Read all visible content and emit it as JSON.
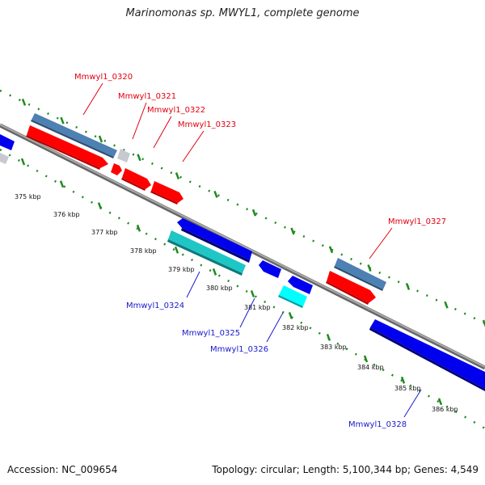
{
  "title": "Marinomonas sp. MWYL1, complete genome",
  "footer": {
    "accession": "Accession: NC_009654",
    "summary": "Topology: circular; Length: 5,100,344 bp; Genes: 4,549"
  },
  "ticks": [
    "375 kbp",
    "376 kbp",
    "377 kbp",
    "378 kbp",
    "379 kbp",
    "380 kbp",
    "381 kbp",
    "382 kbp",
    "383 kbp",
    "384 kbp",
    "385 kbp",
    "386 kbp"
  ],
  "gene_labels": {
    "g0320": "Mmwyl1_0320",
    "g0321": "Mmwyl1_0321",
    "g0322": "Mmwyl1_0322",
    "g0323": "Mmwyl1_0323",
    "g0324": "Mmwyl1_0324",
    "g0325": "Mmwyl1_0325",
    "g0326": "Mmwyl1_0326",
    "g0327": "Mmwyl1_0327",
    "g0328": "Mmwyl1_0328"
  },
  "colors": {
    "forward_cds": "#ff0000",
    "forward_gene": "#4d80b3",
    "reverse_cds": "#0000ee",
    "reverse_gene": "#1fc6c6",
    "rna": "#c0c0c8",
    "tick": "#1f8a1f",
    "backbone": "#888888",
    "label_forward": "#e0000f",
    "label_reverse": "#1a1acc"
  }
}
